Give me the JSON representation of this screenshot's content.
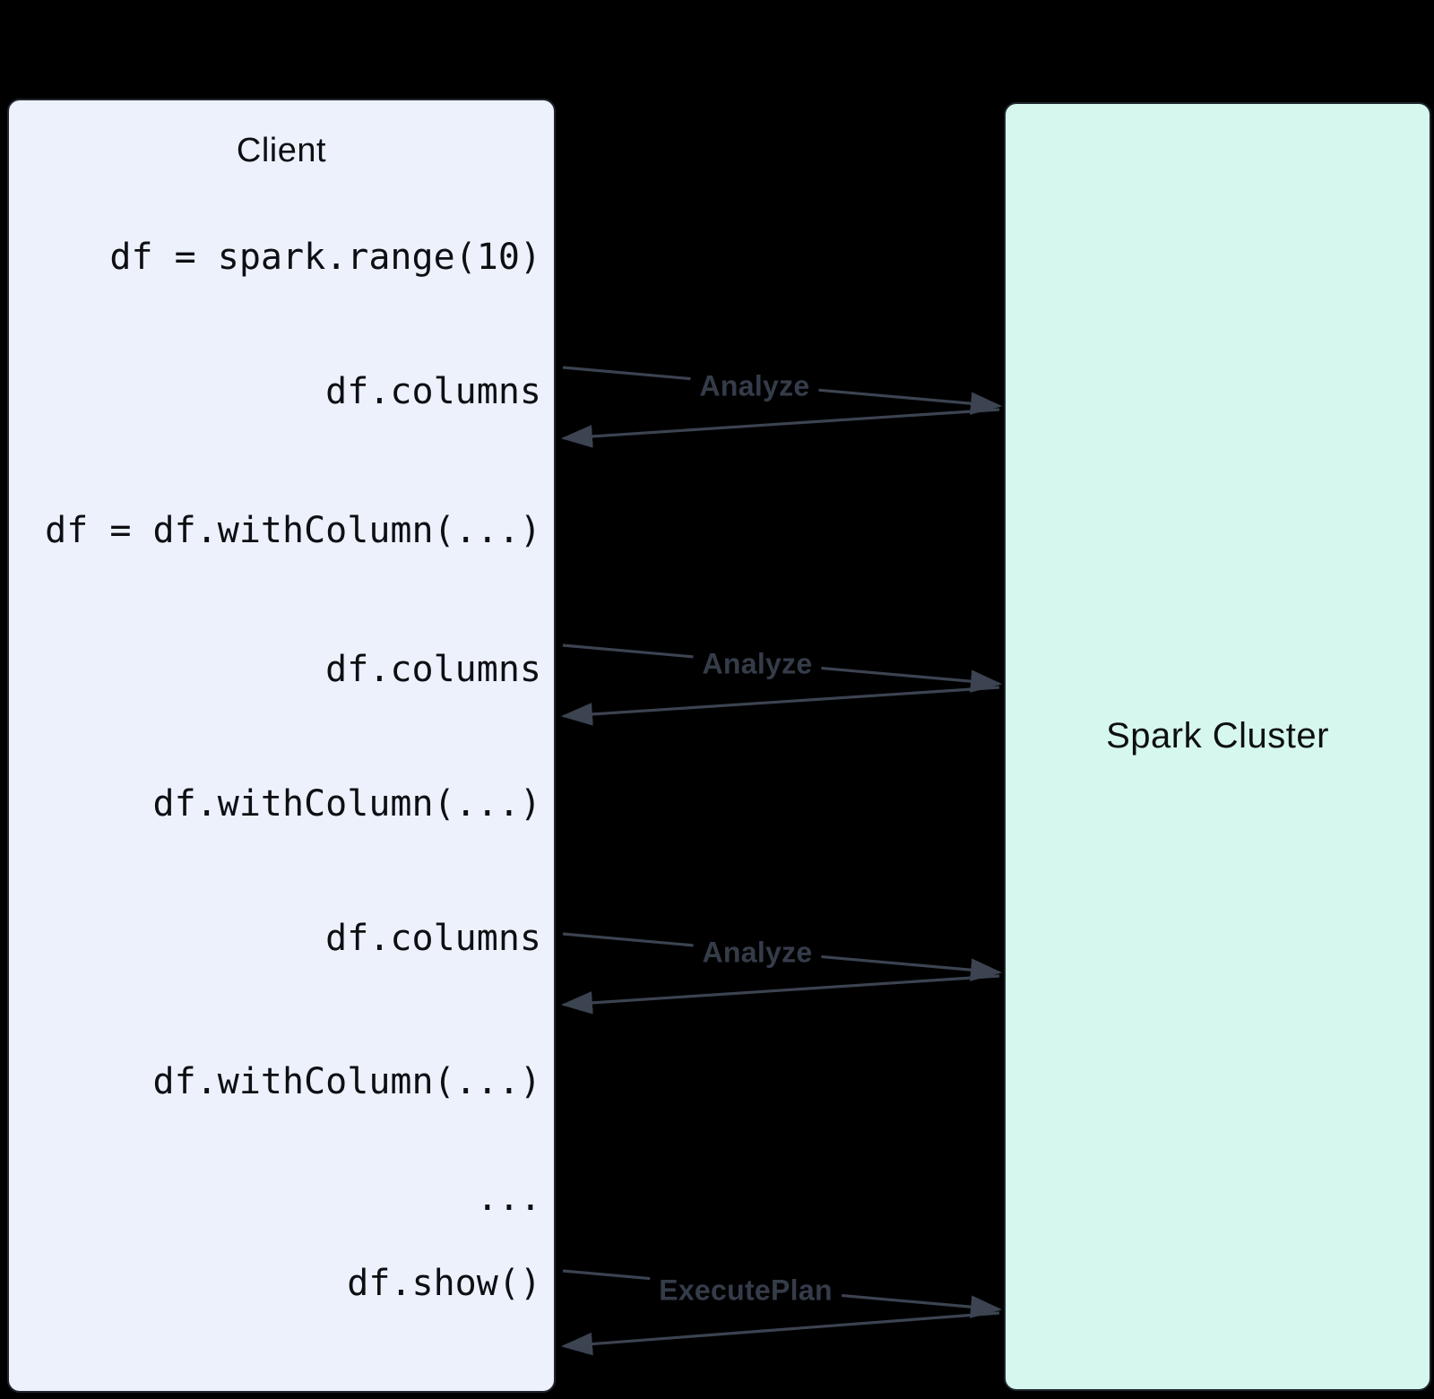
{
  "diagram": {
    "client": {
      "title": "Client",
      "lines": [
        {
          "text": "df = spark.range(10)"
        },
        {
          "text": "df.columns"
        },
        {
          "text": "df = df.withColumn(...)"
        },
        {
          "text": "df.columns"
        },
        {
          "text": "df.withColumn(...)"
        },
        {
          "text": "df.columns"
        },
        {
          "text": "df.withColumn(...)"
        },
        {
          "text": "..."
        },
        {
          "text": "df.show()"
        }
      ]
    },
    "cluster": {
      "title": "Spark Cluster"
    },
    "messages": [
      {
        "label": "Analyze"
      },
      {
        "label": "Analyze"
      },
      {
        "label": "Analyze"
      },
      {
        "label": "ExecutePlan"
      }
    ],
    "colors": {
      "background": "#000000",
      "client_box": "#ECF1FC",
      "cluster_box": "#D5F7EE",
      "arrow": "#3C4351",
      "message_label": "#353C49",
      "code_text": "#0D0F12",
      "title_text": "#0D0F12"
    }
  }
}
